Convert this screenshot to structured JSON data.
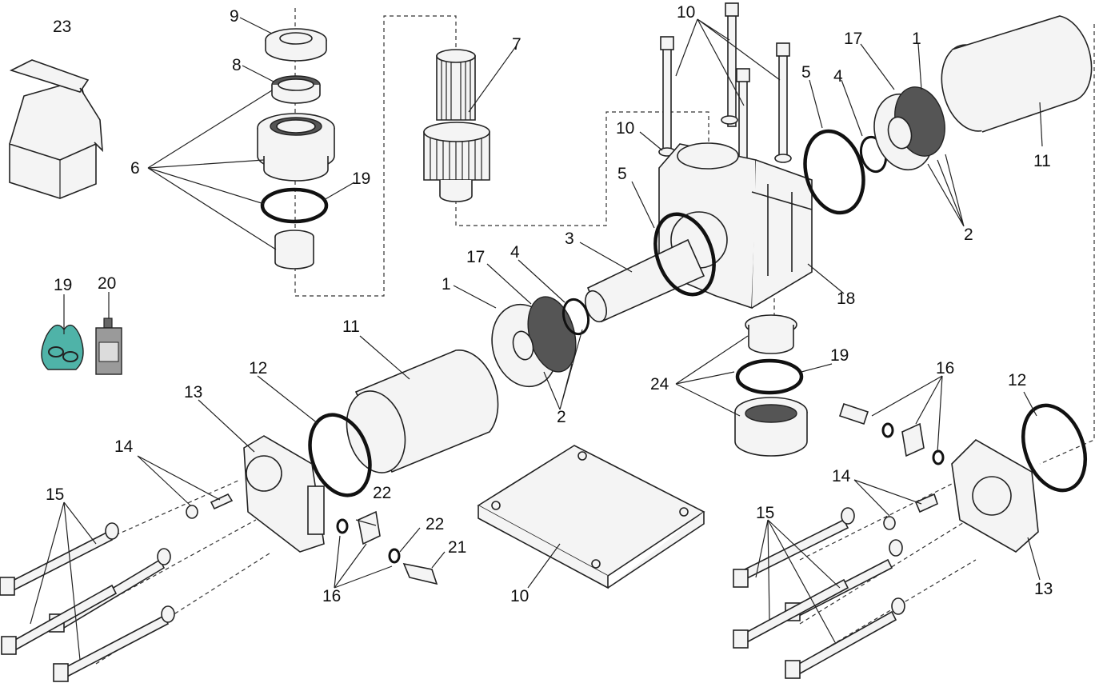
{
  "callouts": [
    {
      "id": "c23",
      "text": "23"
    },
    {
      "id": "c9",
      "text": "9"
    },
    {
      "id": "c8",
      "text": "8"
    },
    {
      "id": "c6",
      "text": "6"
    },
    {
      "id": "c19a",
      "text": "19"
    },
    {
      "id": "c7",
      "text": "7"
    },
    {
      "id": "c10a",
      "text": "10"
    },
    {
      "id": "c10b",
      "text": "10"
    },
    {
      "id": "c5a",
      "text": "5"
    },
    {
      "id": "c4a",
      "text": "4"
    },
    {
      "id": "c17a",
      "text": "17"
    },
    {
      "id": "c1a",
      "text": "1"
    },
    {
      "id": "c11a",
      "text": "11"
    },
    {
      "id": "c2a",
      "text": "2"
    },
    {
      "id": "c5b",
      "text": "5"
    },
    {
      "id": "c3",
      "text": "3"
    },
    {
      "id": "c18",
      "text": "18"
    },
    {
      "id": "c17b",
      "text": "17"
    },
    {
      "id": "c4b",
      "text": "4"
    },
    {
      "id": "c1b",
      "text": "1"
    },
    {
      "id": "c19b",
      "text": "19"
    },
    {
      "id": "c20",
      "text": "20"
    },
    {
      "id": "c11b",
      "text": "11"
    },
    {
      "id": "c2b",
      "text": "2"
    },
    {
      "id": "c19c",
      "text": "19"
    },
    {
      "id": "c24",
      "text": "24"
    },
    {
      "id": "c16a",
      "text": "16"
    },
    {
      "id": "c12a",
      "text": "12"
    },
    {
      "id": "c12b",
      "text": "12"
    },
    {
      "id": "c13a",
      "text": "13"
    },
    {
      "id": "c14a",
      "text": "14"
    },
    {
      "id": "c15a",
      "text": "15"
    },
    {
      "id": "c22a",
      "text": "22"
    },
    {
      "id": "c22b",
      "text": "22"
    },
    {
      "id": "c21",
      "text": "21"
    },
    {
      "id": "c16b",
      "text": "16"
    },
    {
      "id": "c10c",
      "text": "10"
    },
    {
      "id": "c14b",
      "text": "14"
    },
    {
      "id": "c15b",
      "text": "15"
    },
    {
      "id": "c13b",
      "text": "13"
    }
  ],
  "colors": {
    "line": "#222222",
    "seal_bag": "#4fb3a8",
    "grease_bottle": "#9a9a9a"
  }
}
